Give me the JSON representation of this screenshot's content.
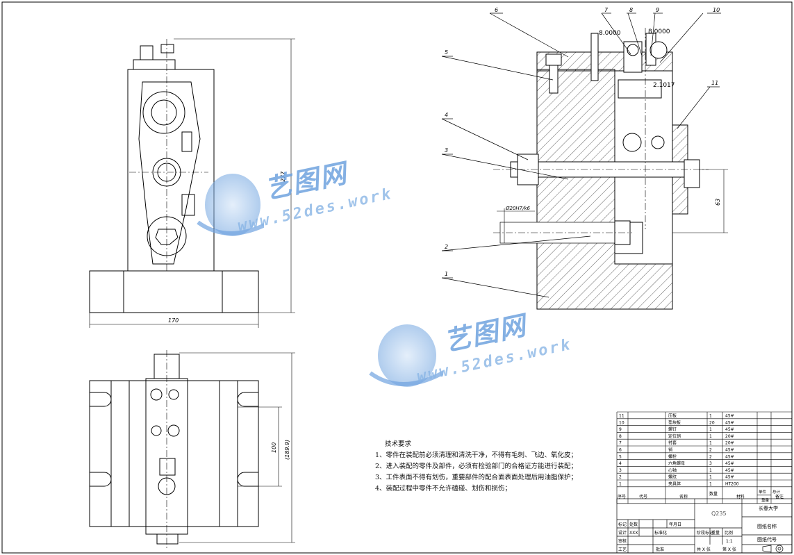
{
  "part_labels": [
    "1",
    "2",
    "3",
    "4",
    "5",
    "6",
    "7",
    "8",
    "9",
    "10",
    "11"
  ],
  "dimensions": {
    "height_277": "277",
    "width_170": "170",
    "dim_100": "100",
    "dim_189": "(189.9)",
    "dim_63": "63",
    "fit": "Ø20H7/k6",
    "ann1": "8.0000",
    "ann2": "8.0000",
    "ann3": "2.1017"
  },
  "tech_notes": {
    "title": "技术要求",
    "items": [
      "1、零件在装配前必须清理和清洗干净，不得有毛刺、飞边、氧化皮；",
      "2、进入装配的零件及部件，必须有检验部门的合格证方能进行装配；",
      "3、工件表面不得有划伤，重要部件的配合面表面处理后用油脂保护；",
      "4、装配过程中零件不允许磕碰、划伤和损伤；"
    ]
  },
  "bom": {
    "rows": [
      {
        "no": "11",
        "name": "压板",
        "qty": "1",
        "mat": "45#"
      },
      {
        "no": "10",
        "name": "垫块板",
        "qty": "20",
        "mat": "45#"
      },
      {
        "no": "9",
        "name": "螺钉",
        "qty": "1",
        "mat": "45#"
      },
      {
        "no": "8",
        "name": "定位销",
        "qty": "1",
        "mat": "20#"
      },
      {
        "no": "7",
        "name": "衬套",
        "qty": "1",
        "mat": "20#"
      },
      {
        "no": "6",
        "name": "销",
        "qty": "2",
        "mat": "45#"
      },
      {
        "no": "5",
        "name": "螺栓",
        "qty": "2",
        "mat": "45#"
      },
      {
        "no": "4",
        "name": "六角螺母",
        "qty": "3",
        "mat": "45#"
      },
      {
        "no": "3",
        "name": "心轴",
        "qty": "1",
        "mat": "45#"
      },
      {
        "no": "2",
        "name": "螺纹",
        "qty": "1",
        "mat": "45#"
      },
      {
        "no": "1",
        "name": "夹具体",
        "qty": "1",
        "mat": "HT200"
      }
    ],
    "header": {
      "no": "序号",
      "code": "代号",
      "name": "名称",
      "qty": "数量",
      "mat": "材料",
      "weight": "重量",
      "note": "备注",
      "single": "单件",
      "total": "总计"
    }
  },
  "title_block": {
    "material": "Q235",
    "school": "长春大学",
    "drawing_name": "图纸名称",
    "drawing_code": "图纸代号",
    "scale": "1:1",
    "stage_label": "阶段标记",
    "weight_label": "重量",
    "scale_label": "比例",
    "design_label": "设计",
    "designer": "XXX",
    "check_label": "审核",
    "process_label": "工艺",
    "approve_label": "批准",
    "std_label": "标准化",
    "mark_label": "标记",
    "count_label": "处数",
    "date_label": "年月日",
    "sheet_total": "共 X 张",
    "sheet_no": "第 X 张"
  },
  "watermark": {
    "cn": "艺图网",
    "en": "www.52des.work"
  }
}
